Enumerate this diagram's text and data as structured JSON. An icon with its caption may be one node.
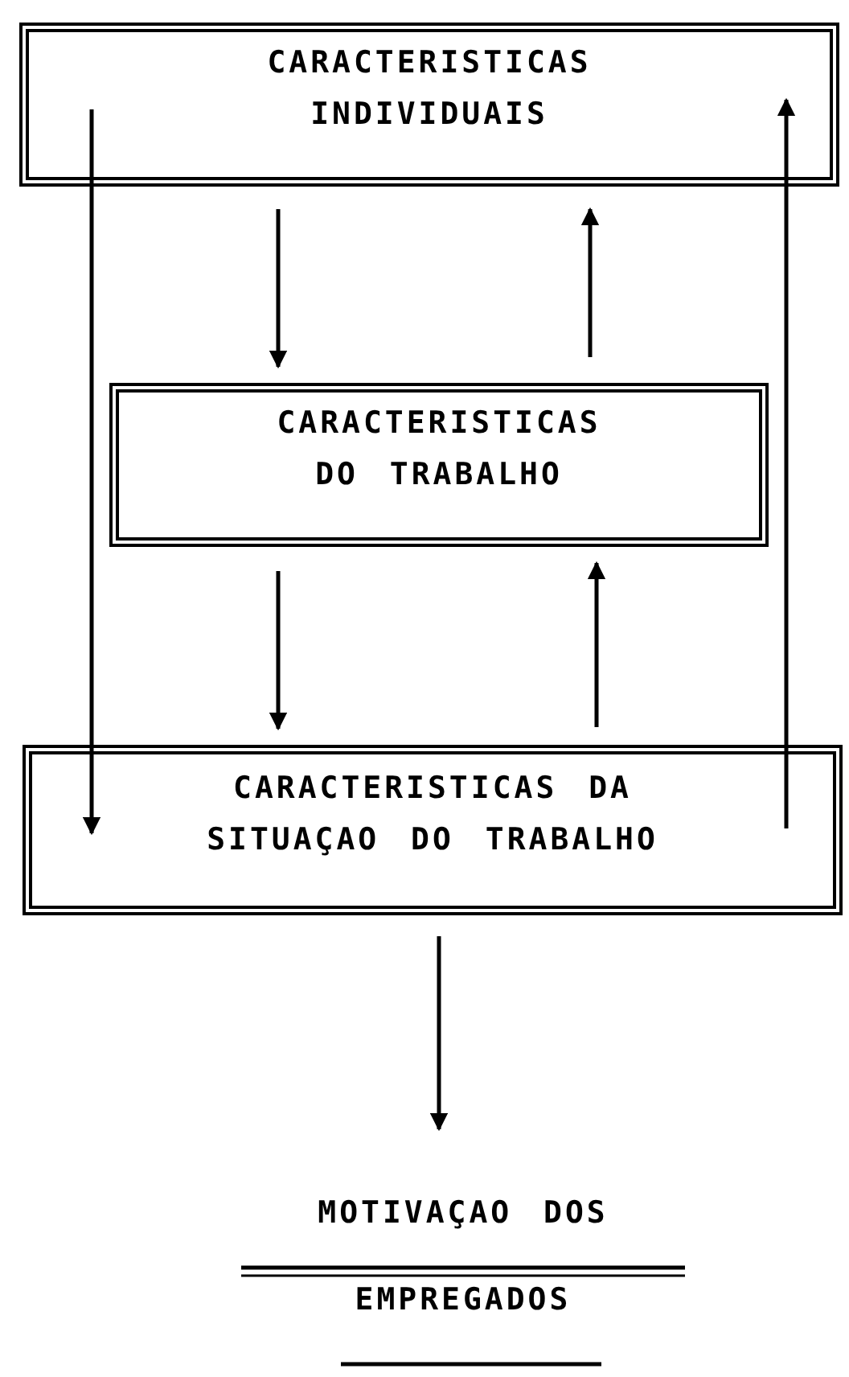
{
  "diagram": {
    "nodes": [
      {
        "text": [
          "CARACTERISTICAS INDIVIDUAIS"
        ]
      },
      {
        "text": [
          "CARACTERISTICAS DO TRABALHO"
        ]
      },
      {
        "text": [
          "CARACTERISTICAS DA SITUAÇAO DO TRABALHO"
        ]
      },
      {
        "text": [
          "MOTIVAÇAO DOS",
          "EMPREGADOS"
        ]
      }
    ],
    "edges": [
      {
        "from": 0,
        "to": 1,
        "arrow": "to"
      },
      {
        "from": 1,
        "to": 0,
        "arrow": "to"
      },
      {
        "from": 1,
        "to": 2,
        "arrow": "to"
      },
      {
        "from": 2,
        "to": 1,
        "arrow": "to"
      },
      {
        "from": 0,
        "to": 2,
        "arrow": "to"
      },
      {
        "from": 2,
        "to": 0,
        "arrow": "to"
      },
      {
        "from": 2,
        "to": 3,
        "arrow": "to"
      }
    ]
  }
}
